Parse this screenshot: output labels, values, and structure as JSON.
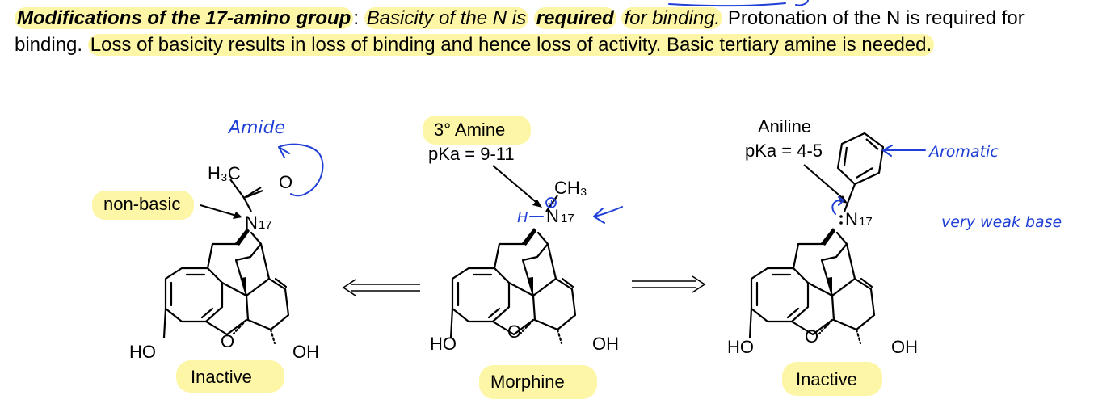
{
  "paragraph": {
    "title": "Modifications of the 17-amino group",
    "colon": ":",
    "italic1": "Basicity of the N is",
    "required": "required",
    "italic2": "for binding.",
    "normal1": "Protonation of the N is required for binding.",
    "normal2": "Loss of basicity results in loss of binding and hence loss of activity. Basic tertiary amine is needed."
  },
  "left_molecule": {
    "methyl_label": "H₃C",
    "oxygen": "O",
    "nitrogen": "N",
    "n_number": "17",
    "callout": "non-basic",
    "hydroxyl_left": "HO",
    "ring_oxygen": "O",
    "hydroxyl_right": "OH",
    "caption": "Inactive",
    "annotation": "Amide"
  },
  "center_molecule": {
    "header_line1": "3° Amine",
    "header_line2": "pKa = 9-11",
    "methyl_label": "CH₃",
    "nitrogen": "N",
    "n_number": "17",
    "charge": "+",
    "hydrogen": "H",
    "hydroxyl_left": "HO",
    "ring_oxygen": "O",
    "hydroxyl_right": "OH",
    "caption": "Morphine"
  },
  "right_molecule": {
    "header_line1": "Aniline",
    "header_line2": "pKa = 4-5",
    "nitrogen": "N",
    "n_number": "17",
    "hydroxyl_left": "HO",
    "ring_oxygen": "O",
    "hydroxyl_right": "OH",
    "caption": "Inactive",
    "annotation_aromatic": "Aromatic",
    "annotation_base": "very weak base"
  },
  "colors": {
    "highlight": "#fdf6a6",
    "ink": "#1f3fd6",
    "text": "#000000"
  }
}
